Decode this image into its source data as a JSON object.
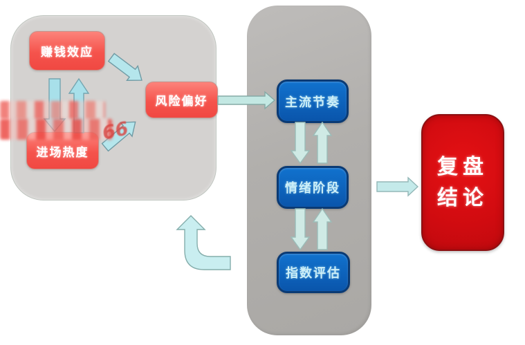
{
  "nodes": {
    "earning_effect": {
      "label": "赚钱效应",
      "color": "#f6564f",
      "text_color": "#ffffff"
    },
    "entry_heat": {
      "label": "进场热度",
      "color": "#f6564f",
      "text_color": "#ffffff"
    },
    "risk_appetite": {
      "label": "风险偏好",
      "color": "#f6564f",
      "text_color": "#ffffff"
    },
    "main_rhythm": {
      "label": "主流节奏",
      "color": "#0d63c0",
      "text_color": "#cdeff8"
    },
    "emotion_stage": {
      "label": "情绪阶段",
      "color": "#0d63c0",
      "text_color": "#cdeff8"
    },
    "index_evaluation": {
      "label": "指数评估",
      "color": "#0d63c0",
      "text_color": "#cdeff8"
    },
    "review_conclusion": {
      "label": "复盘结论",
      "color": "#d00b10",
      "text_color": "#ffffff"
    }
  },
  "watermark": {
    "visible_text": "66"
  },
  "colors": {
    "background": "#ffffff",
    "left_panel": "#d4d2d0",
    "middle_panel": "#b1afac",
    "arrow_fill_pale": "#cfeae5",
    "arrow_fill_cyan": "#a8e0ea",
    "arrow_stroke": "#7fa3a5",
    "red_node": "#f6564f",
    "blue_node": "#0d63c0",
    "conclusion_red": "#d00b10"
  }
}
